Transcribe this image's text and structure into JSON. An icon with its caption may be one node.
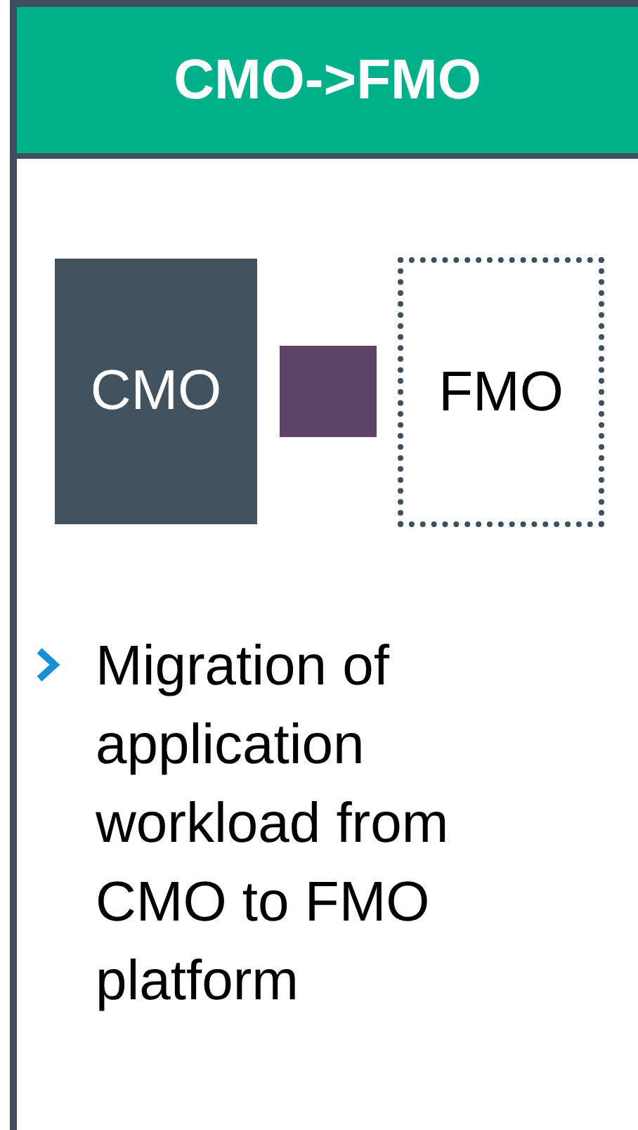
{
  "diagram": {
    "nodes": [
      {
        "text": [
          "CMO->FMO"
        ]
      },
      {
        "text": [
          "CMO"
        ]
      },
      {
        "text": [],
        "shape": "box"
      },
      {
        "text": [
          "FMO"
        ]
      }
    ],
    "labels": [
      "Migration of application workload from CMO to FMO platform"
    ]
  }
}
